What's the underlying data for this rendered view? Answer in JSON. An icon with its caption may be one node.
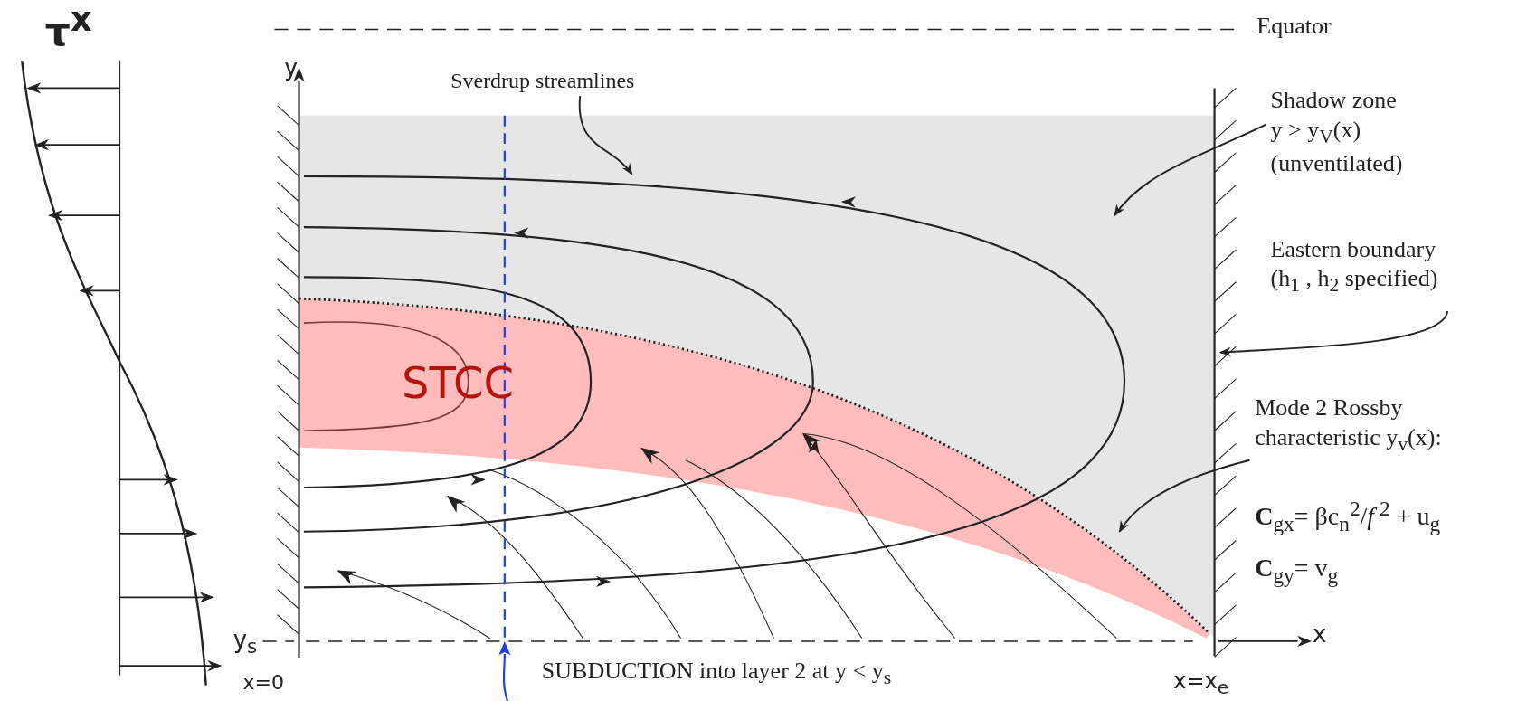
{
  "diagram": {
    "nodes": [
      {
        "text": [
          "Sverdrup streamlines"
        ]
      },
      {
        "text": [
          "Shadow zone",
          "y > y$_{V}$(x)",
          "(unventilated)"
        ]
      },
      {
        "text": [
          "Eastern boundary",
          "(h$_{1}$ , h$_{2}$  specified)"
        ]
      },
      {
        "text": [
          "Mode 2 Rossby characteristic  y$_{v}$(x):"
        ]
      },
      {
        "text": [],
        "shape": "curve"
      },
      {
        "text": [],
        "shape": "box"
      },
      {
        "text": [],
        "shape": "bar"
      },
      {
        "text": [],
        "shape": "curve"
      }
    ],
    "edges": [
      {
        "from": 0,
        "to": 4,
        "arrow": "to"
      },
      {
        "from": 1,
        "to": 5,
        "arrow": "to"
      },
      {
        "from": 2,
        "to": 6,
        "arrow": "to"
      },
      {
        "from": 3,
        "to": 7,
        "arrow": "to"
      }
    ],
    "labels": [
      "τ$^{x}$",
      "Equator",
      "y",
      "STCC",
      "**C**$_{gx}$= βc$_{n}$$^{2}$/*f*$^{ 2}$ + u$_{g}$",
      "**C**$_{gy}$= v$_{g}$",
      "y$_{s}$",
      "x",
      "x=0",
      "SUBDUCTION  into layer 2 at y < y$_{s}$",
      "x=x$_{e}$"
    ]
  }
}
